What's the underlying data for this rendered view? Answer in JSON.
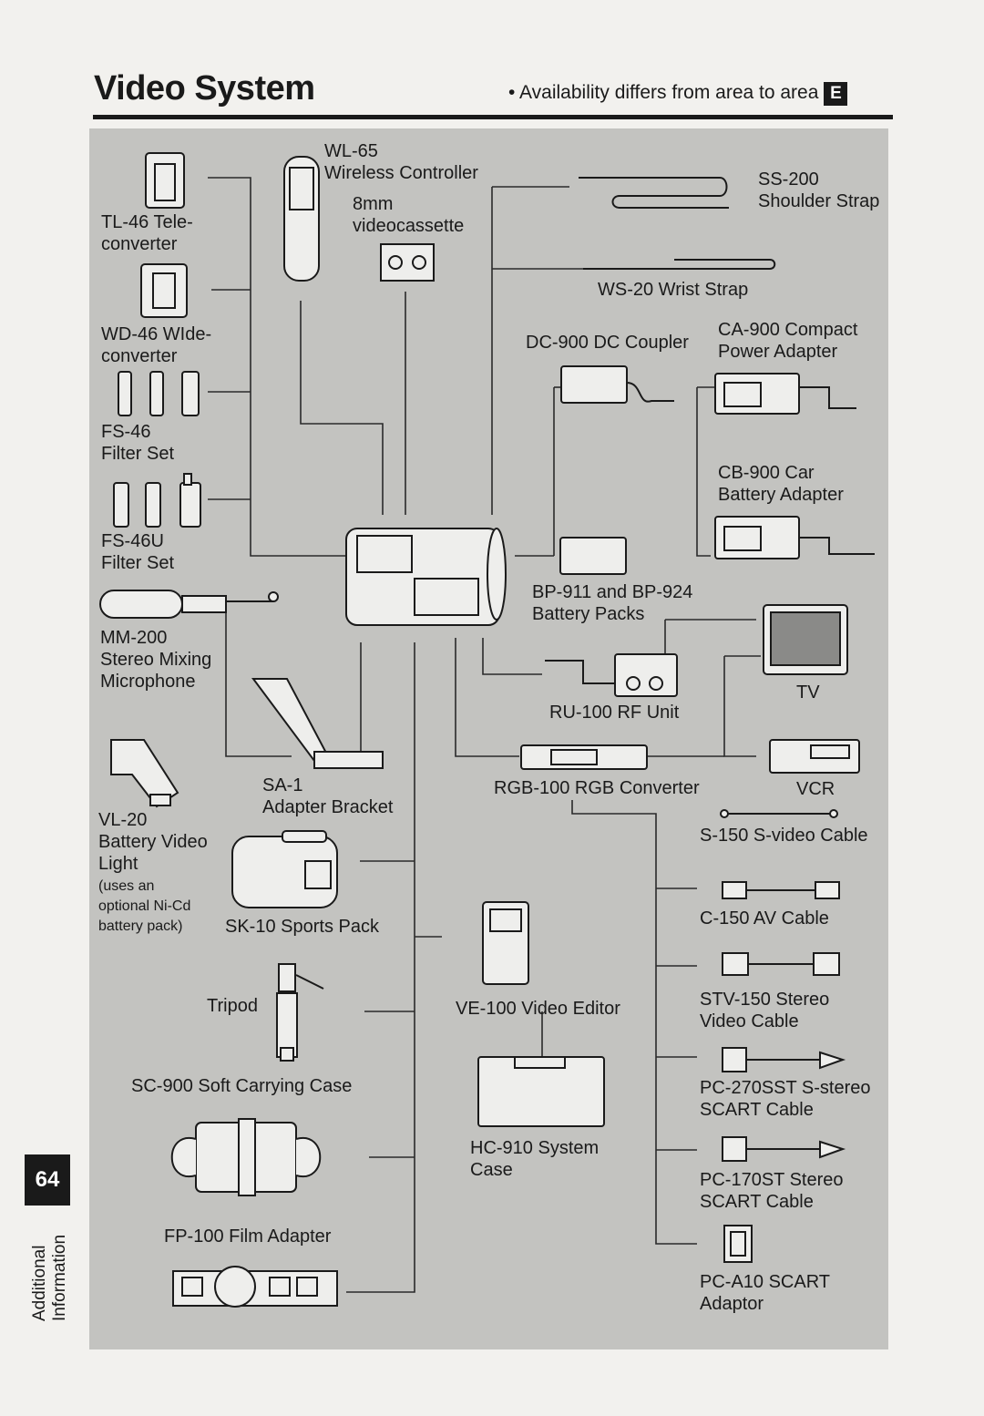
{
  "header": {
    "title": "Video System",
    "availability_note": "• Availability differs from area to area",
    "area_badge": "E"
  },
  "sidebar": {
    "page_number": "64",
    "section": "Additional\nInformation"
  },
  "labels": {
    "wl65": "WL-65\nWireless Controller",
    "videocassette": "8mm\nvideocassette",
    "tl46": "TL-46 Tele-\nconverter",
    "wd46": "WD-46 WIde-\nconverter",
    "fs46": "FS-46\nFilter Set",
    "fs46u": "FS-46U\nFilter Set",
    "mm200": "MM-200\nStereo Mixing\nMicrophone",
    "vl20": "VL-20\nBattery Video\nLight",
    "vl20_note": "(uses an\noptional Ni-Cd\nbattery pack)",
    "sa1": "SA-1\nAdapter Bracket",
    "sk10": "SK-10 Sports Pack",
    "tripod": "Tripod",
    "sc900": "SC-900 Soft Carrying Case",
    "fp100": "FP-100 Film Adapter",
    "ss200": "SS-200\nShoulder Strap",
    "ws20": "WS-20 Wrist Strap",
    "dc900": "DC-900 DC Coupler",
    "ca900": "CA-900 Compact\nPower Adapter",
    "cb900": "CB-900 Car\nBattery Adapter",
    "bp911": "BP-911 and BP-924\nBattery Packs",
    "tv": "TV",
    "ru100": "RU-100 RF Unit",
    "rgb100": "RGB-100 RGB Converter",
    "vcr": "VCR",
    "s150": "S-150 S-video Cable",
    "c150": "C-150 AV Cable",
    "stv150": "STV-150 Stereo\nVideo Cable",
    "pc270": "PC-270SST S-stereo\nSCART Cable",
    "pc170": "PC-170ST Stereo\nSCART Cable",
    "pca10": "PC-A10 SCART\nAdaptor",
    "ve100": "VE-100 Video Editor",
    "hc910": "HC-910 System\nCase"
  }
}
